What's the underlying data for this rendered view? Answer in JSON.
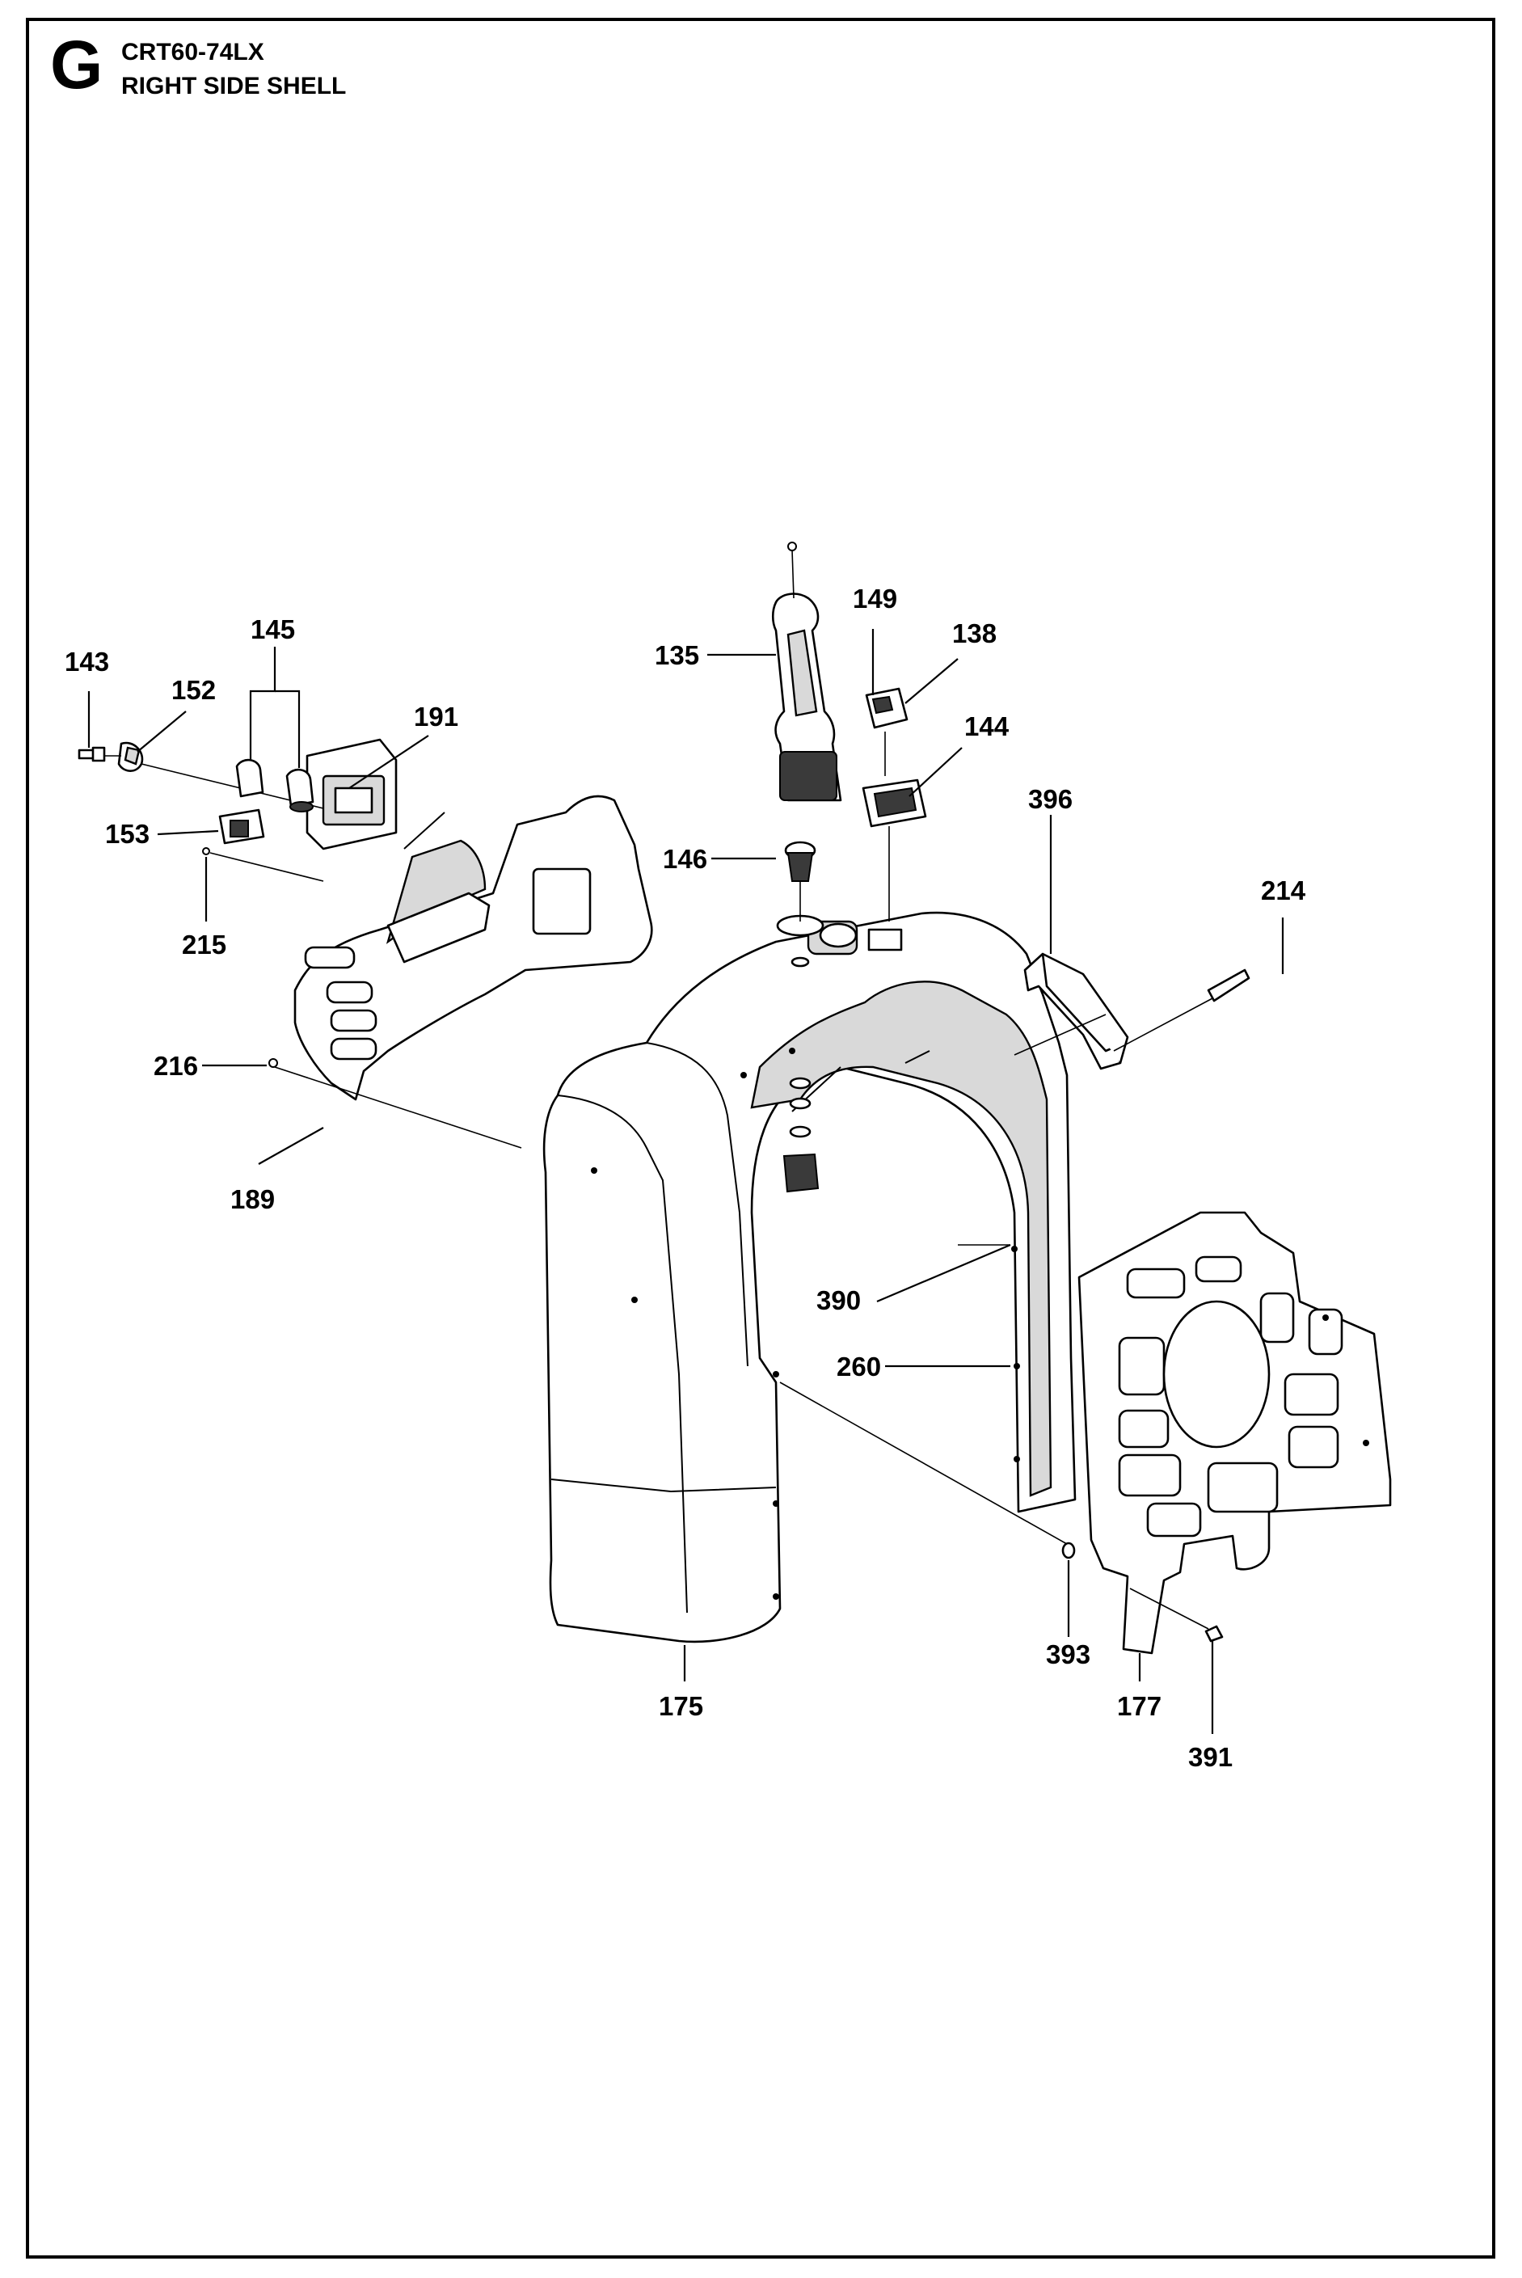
{
  "header": {
    "section": "G",
    "model": "CRT60-74LX",
    "subtitle": "RIGHT SIDE SHELL"
  },
  "callouts": {
    "c135": "135",
    "c138": "138",
    "c143": "143",
    "c144": "144",
    "c145": "145",
    "c146": "146",
    "c149": "149",
    "c152": "152",
    "c153": "153",
    "c175": "175",
    "c177": "177",
    "c189": "189",
    "c191": "191",
    "c214": "214",
    "c215": "215",
    "c216": "216",
    "c260": "260",
    "c390": "390",
    "c391": "391",
    "c393": "393",
    "c396": "396"
  }
}
